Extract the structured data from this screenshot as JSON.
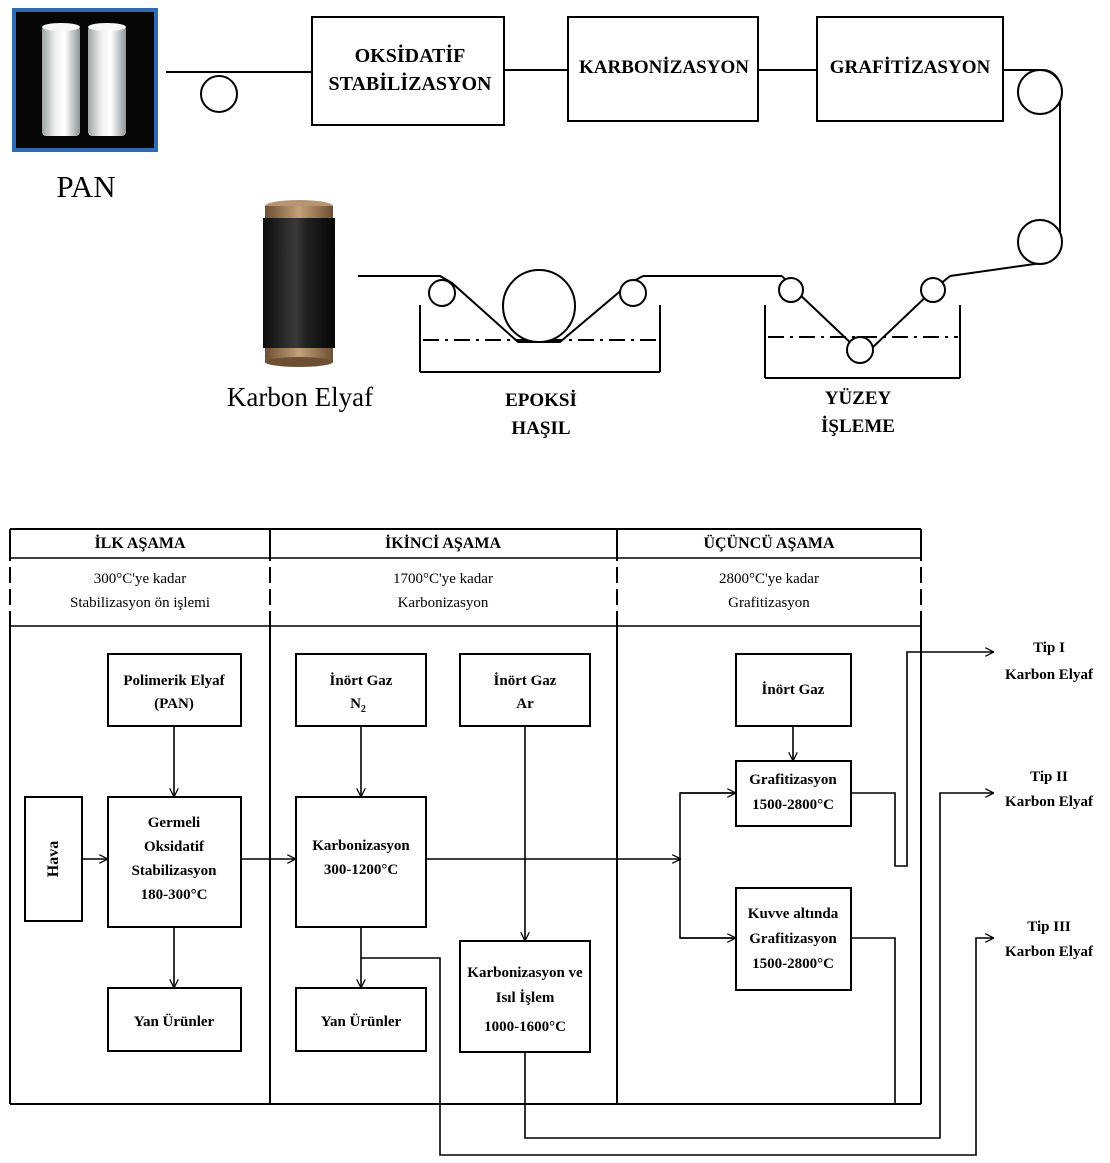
{
  "top_process": {
    "pan_label": "PAN",
    "carbon_label": "Karbon Elyaf",
    "boxes": [
      {
        "id": "oksidatif",
        "lines": [
          "OKSİDATİF",
          "STABİLİZASYON"
        ]
      },
      {
        "id": "karbonizasyon",
        "lines": [
          "KARBONİZASYON"
        ]
      },
      {
        "id": "grafitizasyon",
        "lines": [
          "GRAFİTİZASYON"
        ]
      }
    ],
    "baths": [
      {
        "id": "epoksi",
        "lines": [
          "EPOKSİ",
          "HAŞIL"
        ]
      },
      {
        "id": "yuzey",
        "lines": [
          "YÜZEY",
          "İŞLEME"
        ]
      }
    ]
  },
  "stages_table": {
    "headers": [
      "İLK AŞAMA",
      "İKİNCİ AŞAMA",
      "ÜÇÜNCÜ AŞAMA"
    ],
    "subheaders": [
      [
        "300°C'ye kadar",
        "Stabilizasyon ön işlemi"
      ],
      [
        "1700°C'ye kadar",
        "Karbonizasyon"
      ],
      [
        "2800°C'ye kadar",
        "Grafitizasyon"
      ]
    ]
  },
  "flow": {
    "hava": "Hava",
    "polimerik": [
      "Polimerik Elyaf",
      "(PAN)"
    ],
    "germeli": [
      "Germeli",
      "Oksidatif",
      "Stabilizasyon",
      "180-300°C"
    ],
    "yan_urunler_1": "Yan Ürünler",
    "inort_n2": [
      "İnört Gaz",
      "N",
      "2"
    ],
    "inort_ar": [
      "İnört Gaz",
      "Ar"
    ],
    "karbonizasyon": [
      "Karbonizasyon",
      "300-1200°C"
    ],
    "yan_urunler_2": "Yan Ürünler",
    "karb_isil": [
      "Karbonizasyon ve",
      "Isıl İşlem",
      "1000-1600°C"
    ],
    "inort_gaz": "İnört Gaz",
    "grafitizasyon": [
      "Grafitizasyon",
      "1500-2800°C"
    ],
    "kuvve": [
      "Kuvve altında",
      "Grafitizasyon",
      "1500-2800°C"
    ],
    "outputs": [
      [
        "Tip I",
        "Karbon Elyaf"
      ],
      [
        "Tip II",
        "Karbon Elyaf"
      ],
      [
        "Tip III",
        "Karbon Elyaf"
      ]
    ]
  }
}
